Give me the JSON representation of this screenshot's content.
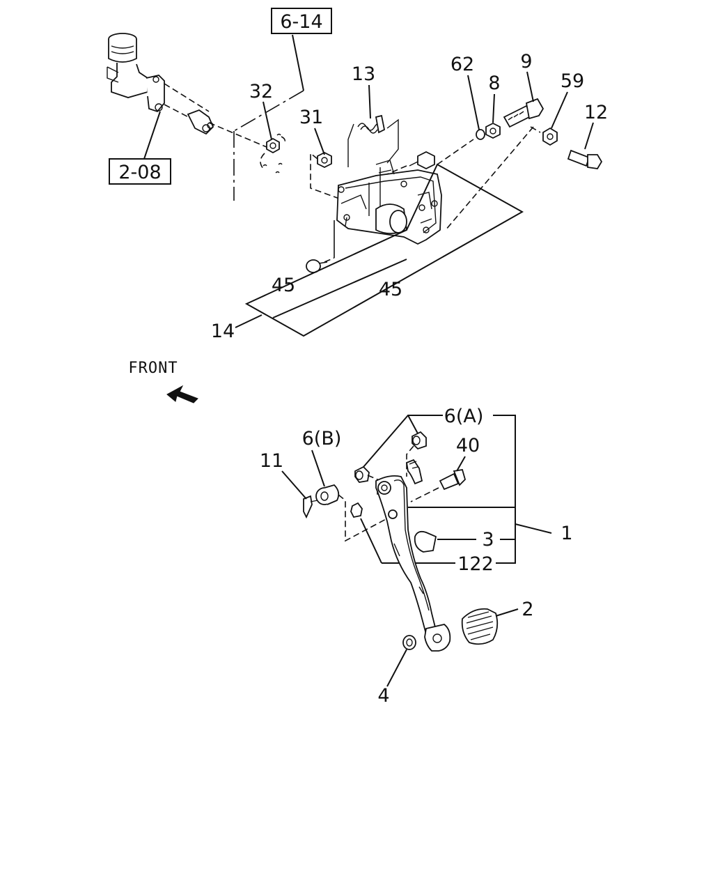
{
  "labels": {
    "ref_6_14": "6-14",
    "ref_2_08": "2-08",
    "p13": "13",
    "p62": "62",
    "p9": "9",
    "p8": "8",
    "p59": "59",
    "p12": "12",
    "p32": "32",
    "p31": "31",
    "p45a": "45",
    "p45b": "45",
    "p14": "14",
    "front": "FRONT",
    "p6a": "6(A)",
    "p6b": "6(B)",
    "p40": "40",
    "p11": "11",
    "p1": "1",
    "p3": "3",
    "p122": "122",
    "p2": "2",
    "p4": "4"
  }
}
